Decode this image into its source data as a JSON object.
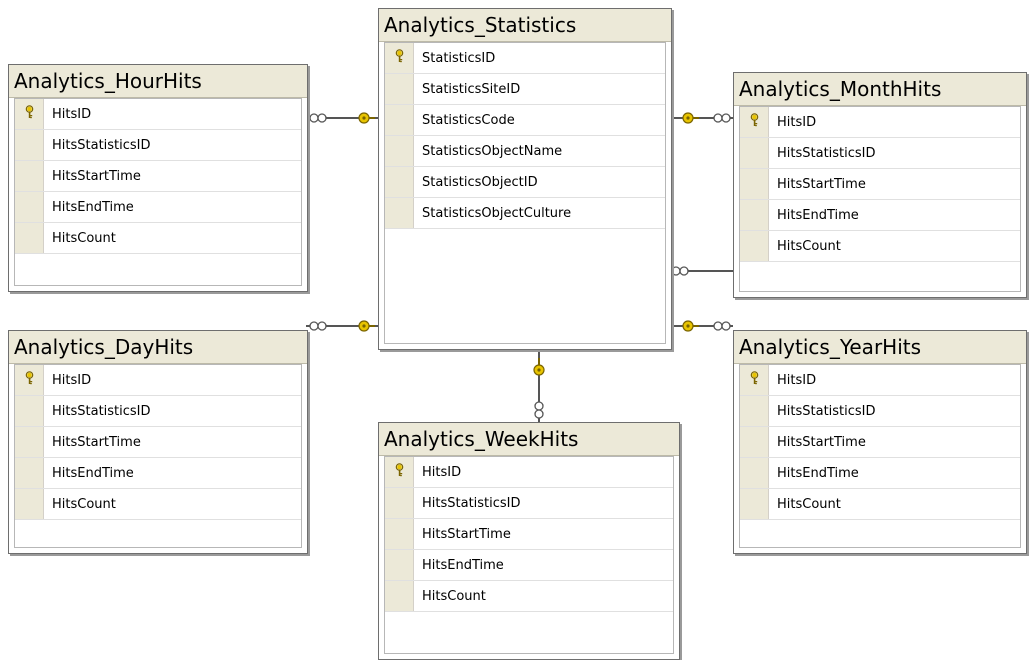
{
  "tables": [
    {
      "id": "statistics",
      "title": "Analytics_Statistics",
      "columns": [
        {
          "name": "StatisticsID",
          "pk": true
        },
        {
          "name": "StatisticsSiteID",
          "pk": false
        },
        {
          "name": "StatisticsCode",
          "pk": false
        },
        {
          "name": "StatisticsObjectName",
          "pk": false
        },
        {
          "name": "StatisticsObjectID",
          "pk": false
        },
        {
          "name": "StatisticsObjectCulture",
          "pk": false
        }
      ]
    },
    {
      "id": "hourhits",
      "title": "Analytics_HourHits",
      "columns": [
        {
          "name": "HitsID",
          "pk": true
        },
        {
          "name": "HitsStatisticsID",
          "pk": false
        },
        {
          "name": "HitsStartTime",
          "pk": false
        },
        {
          "name": "HitsEndTime",
          "pk": false
        },
        {
          "name": "HitsCount",
          "pk": false
        }
      ]
    },
    {
      "id": "monthhits",
      "title": "Analytics_MonthHits",
      "columns": [
        {
          "name": "HitsID",
          "pk": true
        },
        {
          "name": "HitsStatisticsID",
          "pk": false
        },
        {
          "name": "HitsStartTime",
          "pk": false
        },
        {
          "name": "HitsEndTime",
          "pk": false
        },
        {
          "name": "HitsCount",
          "pk": false
        }
      ]
    },
    {
      "id": "dayhits",
      "title": "Analytics_DayHits",
      "columns": [
        {
          "name": "HitsID",
          "pk": true
        },
        {
          "name": "HitsStatisticsID",
          "pk": false
        },
        {
          "name": "HitsStartTime",
          "pk": false
        },
        {
          "name": "HitsEndTime",
          "pk": false
        },
        {
          "name": "HitsCount",
          "pk": false
        }
      ]
    },
    {
      "id": "yearhits",
      "title": "Analytics_YearHits",
      "columns": [
        {
          "name": "HitsID",
          "pk": true
        },
        {
          "name": "HitsStatisticsID",
          "pk": false
        },
        {
          "name": "HitsStartTime",
          "pk": false
        },
        {
          "name": "HitsEndTime",
          "pk": false
        },
        {
          "name": "HitsCount",
          "pk": false
        }
      ]
    },
    {
      "id": "weekhits",
      "title": "Analytics_WeekHits",
      "columns": [
        {
          "name": "HitsID",
          "pk": true
        },
        {
          "name": "HitsStatisticsID",
          "pk": false
        },
        {
          "name": "HitsStartTime",
          "pk": false
        },
        {
          "name": "HitsEndTime",
          "pk": false
        },
        {
          "name": "HitsCount",
          "pk": false
        }
      ]
    }
  ],
  "relationships": [
    {
      "from": "hourhits",
      "to": "statistics"
    },
    {
      "from": "monthhits",
      "to": "statistics"
    },
    {
      "from": "dayhits",
      "to": "statistics"
    },
    {
      "from": "yearhits",
      "to": "statistics"
    },
    {
      "from": "weekhits",
      "to": "statistics"
    },
    {
      "from": "monthhits",
      "to": "statistics",
      "style": "plain"
    }
  ],
  "colors": {
    "key": "#e8c400",
    "line": "#555555",
    "header": "#ece9d8"
  },
  "icons": {
    "primary_key": "key-icon",
    "one_end": "key-icon",
    "many_end": "infinity-icon"
  }
}
